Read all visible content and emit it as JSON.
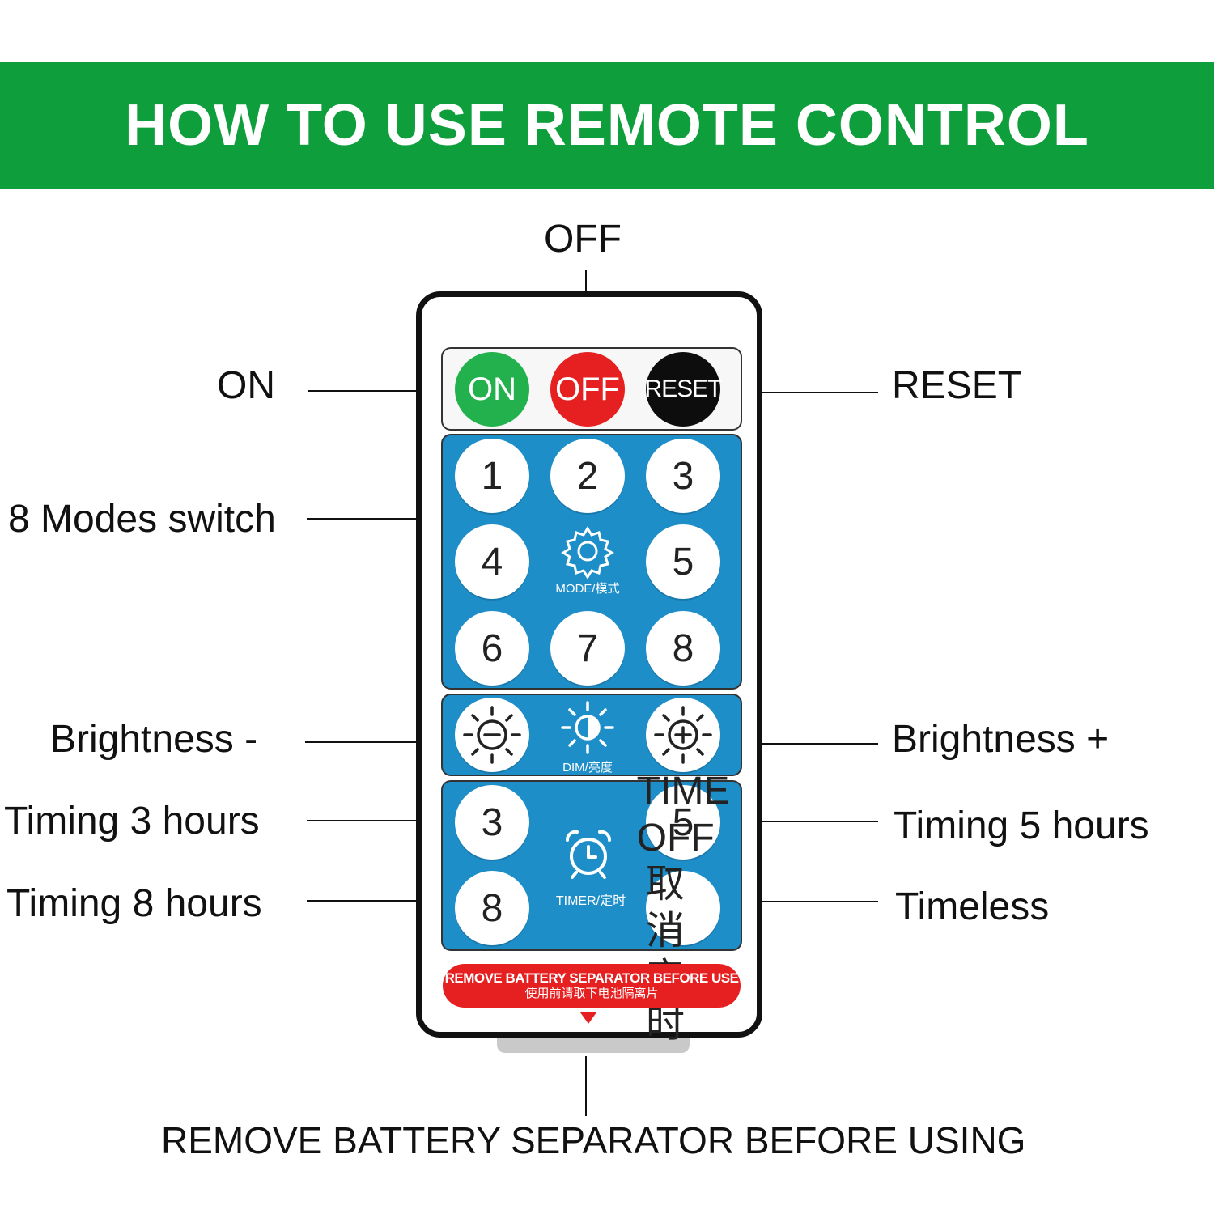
{
  "banner": {
    "title": "HOW TO USE REMOTE CONTROL"
  },
  "callouts": {
    "off": "OFF",
    "on": "ON",
    "reset": "RESET",
    "modes": "8 Modes switch",
    "brightness_minus": "Brightness -",
    "brightness_plus": "Brightness +",
    "timing3": "Timing 3 hours",
    "timing5": "Timing 5 hours",
    "timing8": "Timing 8 hours",
    "timeless": "Timeless",
    "remove_separator": "REMOVE BATTERY SEPARATOR BEFORE USING"
  },
  "remote": {
    "power": {
      "on": "ON",
      "off": "OFF",
      "reset": "RESET"
    },
    "modes": [
      "1",
      "2",
      "3",
      "4",
      "5",
      "6",
      "7",
      "8"
    ],
    "mode_label": "MODE/模式",
    "dim_label": "DIM/亮度",
    "timer": {
      "t3": "3",
      "t5": "5",
      "t8": "8",
      "off_line1": "TIME OFF",
      "off_line2": "取消定时"
    },
    "timer_label": "TIMER/定时",
    "separator_en": "REMOVE BATTERY SEPARATOR BEFORE USE",
    "separator_cn": "使用前请取下电池隔离片"
  },
  "colors": {
    "banner": "#0e9e3c",
    "panel_blue": "#1e8ec9",
    "on": "#22b14c",
    "off": "#e62020",
    "reset": "#0d0d0d"
  },
  "icons": [
    "gear-icon",
    "sun-minus-icon",
    "sun-half-icon",
    "sun-plus-icon",
    "alarm-clock-icon",
    "arrow-down-icon"
  ]
}
